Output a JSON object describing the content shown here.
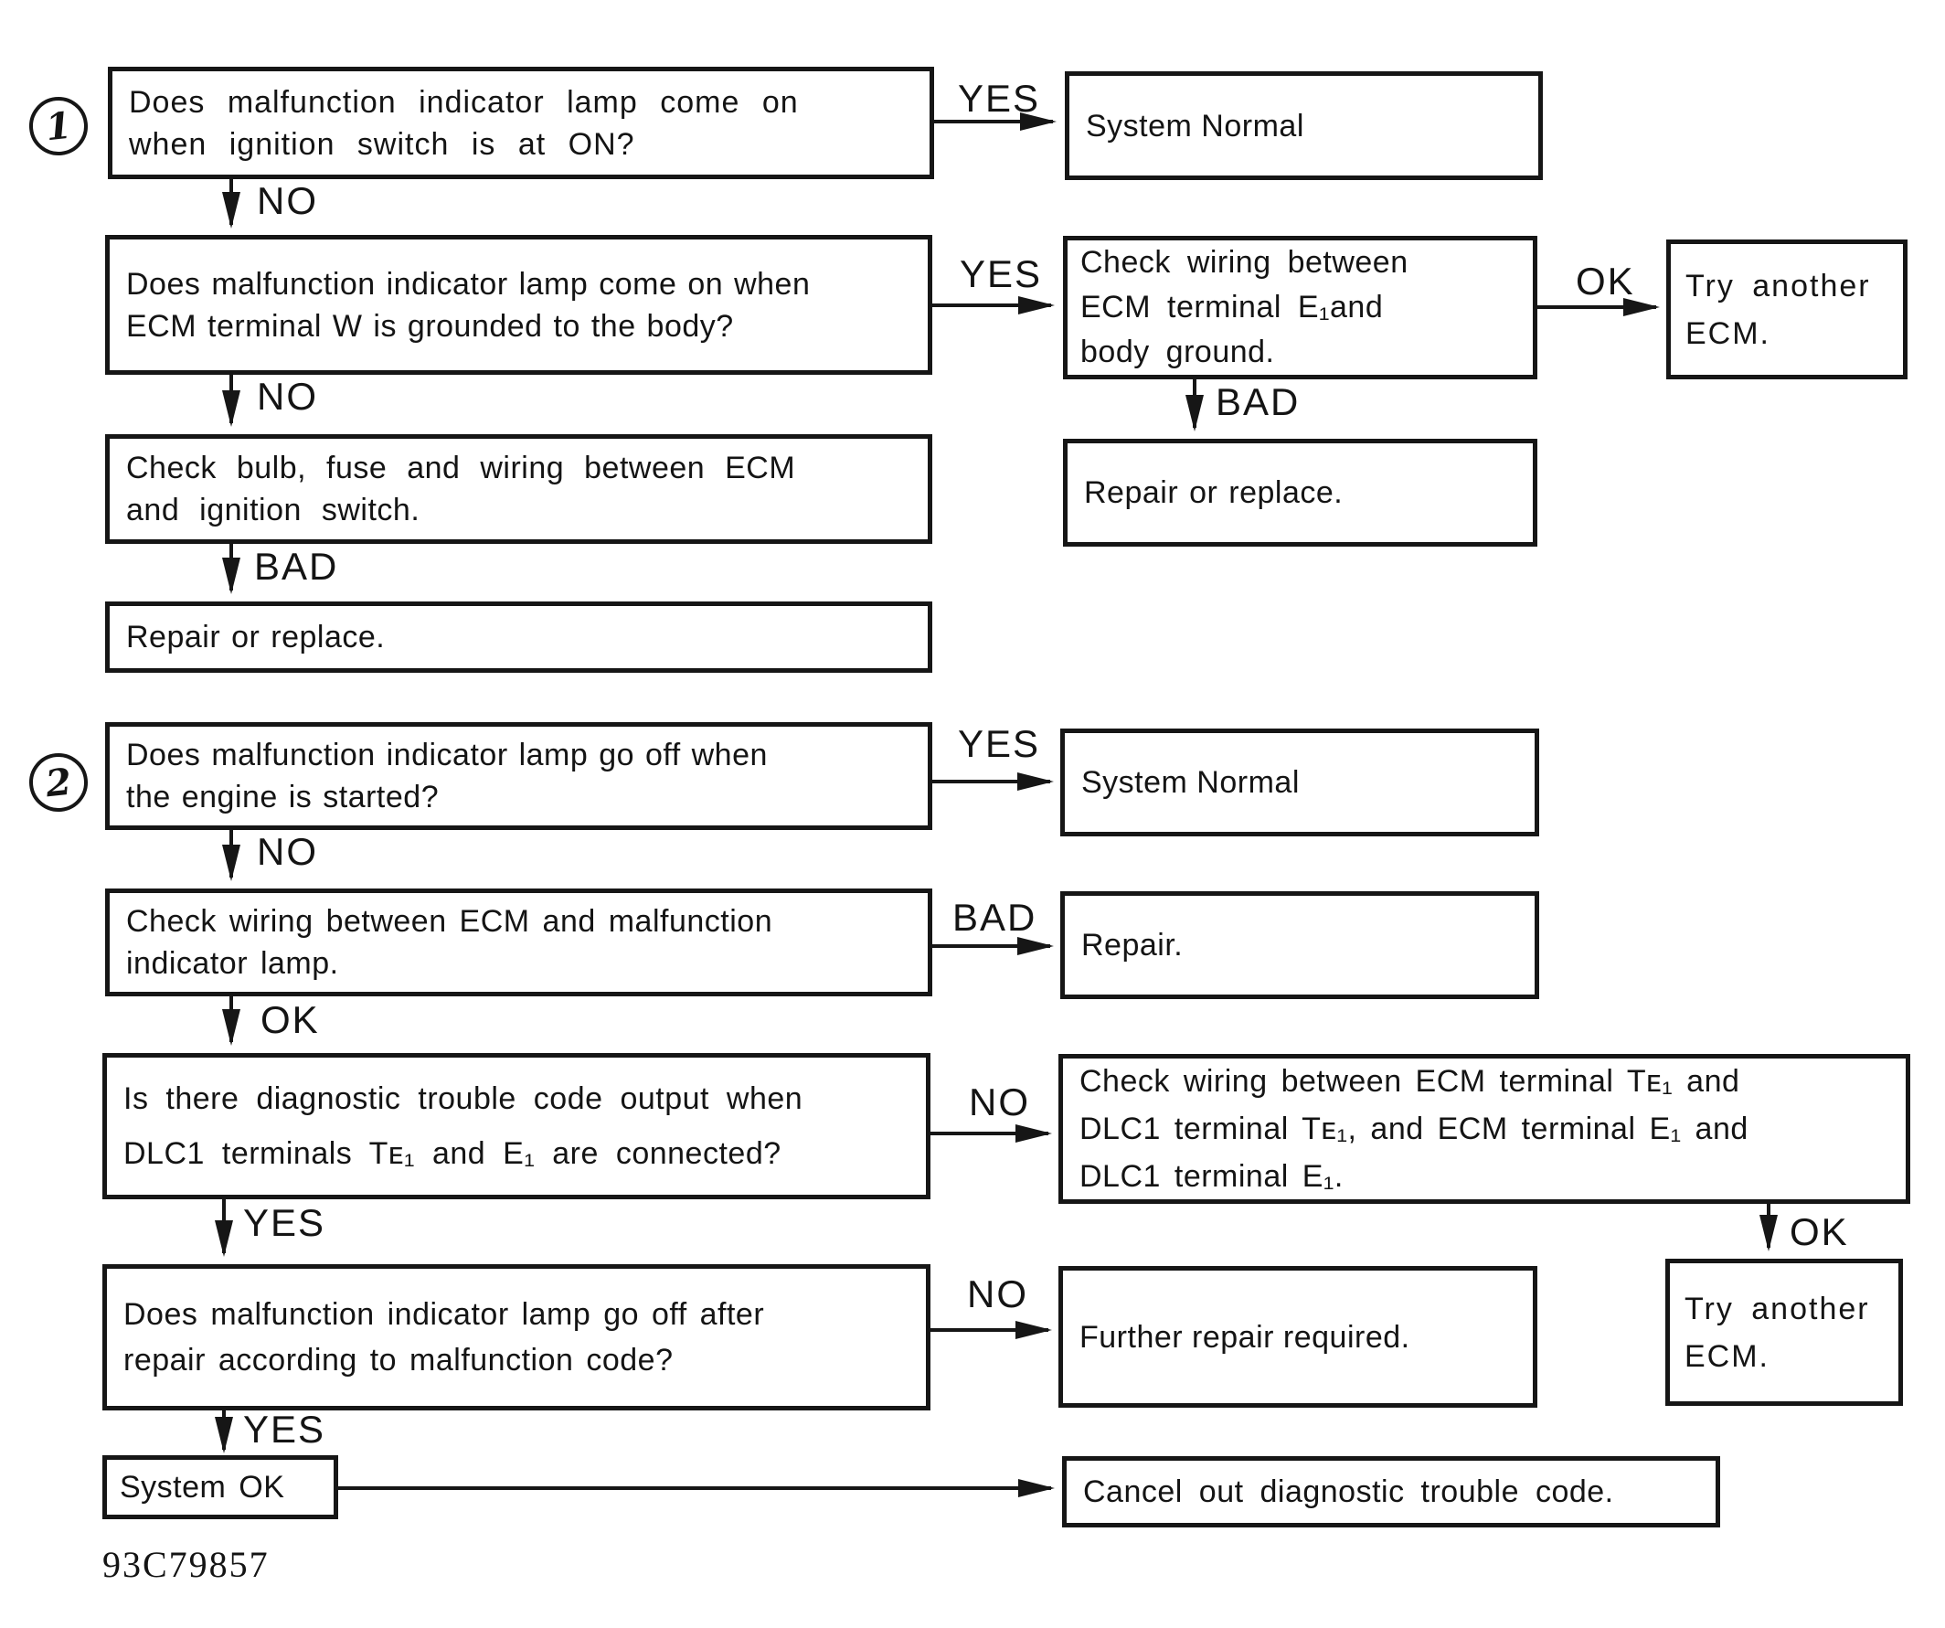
{
  "figure_code": "93C79857",
  "steps": {
    "one": "1",
    "two": "2"
  },
  "nodes": {
    "q1_lamp_on_ignition": {
      "text": "Does malfunction indicator lamp come on\nwhen ignition switch is at ON?"
    },
    "system_normal_1": {
      "text": "System Normal"
    },
    "q2_lamp_on_grounded": {
      "text": "Does malfunction indicator lamp come on when\nECM terminal W is grounded to the body?"
    },
    "check_wiring_e1_ground": {
      "text": "Check wiring between\nECM terminal E₁and\nbody ground."
    },
    "try_another_ecm_1": {
      "text": "Try another\nECM."
    },
    "repair_or_replace_right": {
      "text": "Repair or replace."
    },
    "check_bulb_fuse_wiring": {
      "text": "Check bulb, fuse and wiring between ECM\nand ignition switch."
    },
    "repair_or_replace_left": {
      "text": "Repair or replace."
    },
    "q3_lamp_off_engine": {
      "text": "Does malfunction indicator lamp go off when\nthe engine is started?"
    },
    "system_normal_2": {
      "text": "System Normal"
    },
    "check_wiring_ecm_mil": {
      "text": "Check wiring between ECM and malfunction\nindicator lamp."
    },
    "repair": {
      "text": "Repair."
    },
    "q4_dtc_output": {
      "text": "Is there diagnostic trouble code output when\nDLC1 terminals Tᴇ₁ and E₁ are connected?"
    },
    "check_wiring_te1_e1": {
      "text": "Check wiring between ECM terminal Tᴇ₁ and\nDLC1 terminal Tᴇ₁, and ECM terminal E₁ and\nDLC1 terminal E₁."
    },
    "try_another_ecm_2": {
      "text": "Try another\nECM."
    },
    "q5_lamp_off_after_repair": {
      "text": "Does malfunction indicator lamp go off after\nrepair according to malfunction code?"
    },
    "further_repair_required": {
      "text": "Further repair required."
    },
    "system_ok": {
      "text": "System OK"
    },
    "cancel_dtc": {
      "text": "Cancel out diagnostic trouble code."
    }
  },
  "connectors": {
    "q1_yes": "YES",
    "q1_no": "NO",
    "q2_yes": "YES",
    "e1_ok": "OK",
    "e1_bad": "BAD",
    "q2_no": "NO",
    "bulb_bad": "BAD",
    "q3_yes": "YES",
    "q3_no": "NO",
    "mil_bad": "BAD",
    "mil_ok": "OK",
    "q4_no": "NO",
    "q4_yes": "YES",
    "te1_ok": "OK",
    "q5_no": "NO",
    "q5_yes": "YES"
  }
}
